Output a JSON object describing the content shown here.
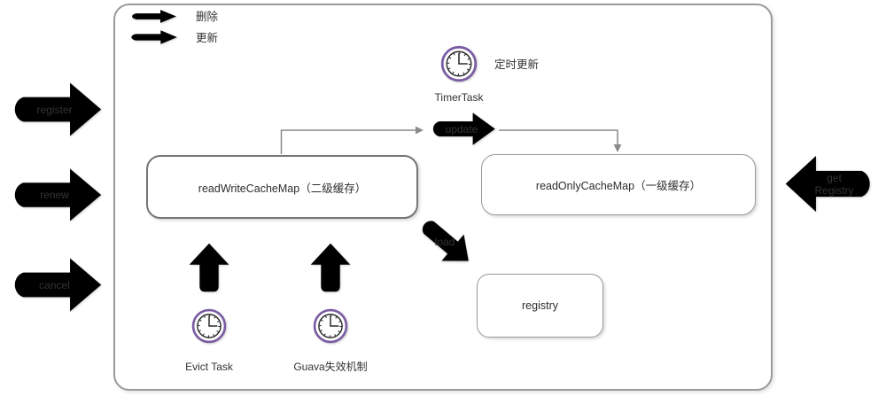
{
  "legend": {
    "delete_label": "删除",
    "update_label": "更新"
  },
  "left_flows": [
    "register",
    "renew",
    "cancel"
  ],
  "right_flow": {
    "line1": "get",
    "line2": "Registry"
  },
  "timer": {
    "caption": "定时更新",
    "name": "TimerTask"
  },
  "nodes": {
    "read_write_cache": "readWriteCacheMap（二级缓存）",
    "read_only_cache": "readOnlyCacheMap（一级缓存）",
    "registry": "registry"
  },
  "flows": {
    "update": "update",
    "load": "load"
  },
  "tasks": {
    "evict": "Evict Task",
    "guava": "Guava失效机制"
  },
  "icons": {
    "timer": "clock-icon",
    "evict_task": "clock-icon",
    "guava_task": "clock-icon"
  },
  "colors": {
    "green": "#19b45a",
    "gray": "#7f7f7f",
    "purple": "#7a5ca3",
    "border_dark": "#757575",
    "border_light": "#9a9a9a"
  }
}
